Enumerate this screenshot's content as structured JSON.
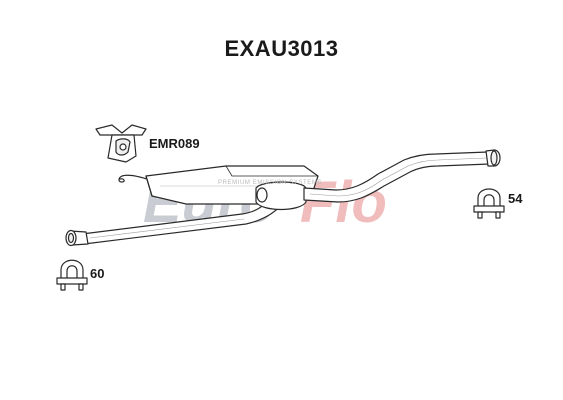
{
  "title": "EXAU3013",
  "parts": {
    "mount": {
      "code": "EMR089",
      "icon": "rubber-mount-icon"
    },
    "clamp_rear": {
      "code": "54",
      "icon": "u-clamp-icon"
    },
    "clamp_front": {
      "code": "60",
      "icon": "u-clamp-icon"
    }
  },
  "watermark": {
    "brand_part1": "Euro",
    "brand_part2": "Flo",
    "tagline": "PREMIUM EMISSION SYSTEMS",
    "color_primary": "#c9ccd2",
    "color_accent": "#f0bcbc"
  },
  "colors": {
    "line": "#2a2a2a",
    "pipe_fill": "#ffffff"
  }
}
